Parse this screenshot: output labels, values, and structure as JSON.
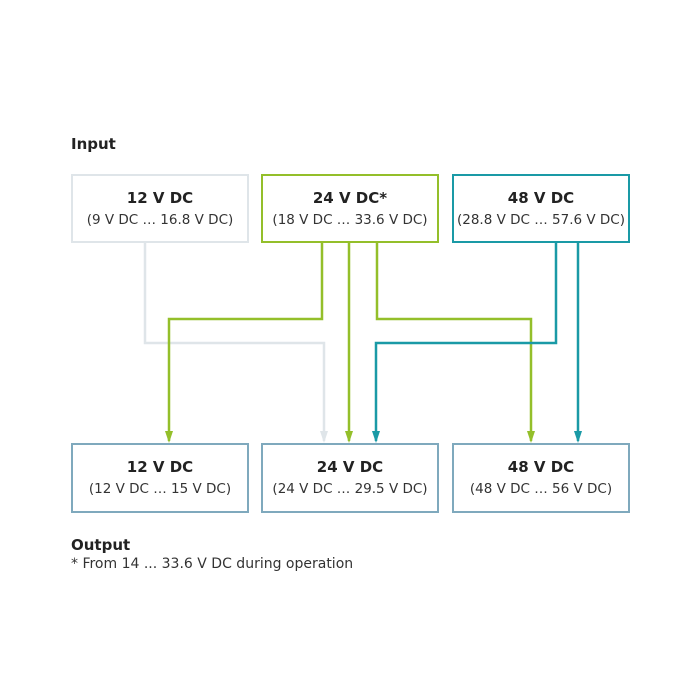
{
  "input_label": "Input",
  "output_label": "Output",
  "footnote": "* From 14 ... 33.6 V DC during operation",
  "colors": {
    "gray": "#dfe5e9",
    "green": "#94bf2a",
    "teal": "#1a9aa6",
    "output_border": "#7fa9bd"
  },
  "inputs": [
    {
      "title": "12 V DC",
      "range": "(9 V DC … 16.8 V DC)"
    },
    {
      "title": "24 V DC*",
      "range": "(18 V DC … 33.6 V DC)"
    },
    {
      "title": "48 V DC",
      "range": "(28.8 V DC … 57.6 V DC)"
    }
  ],
  "outputs": [
    {
      "title": "12 V DC",
      "range": "(12 V DC … 15 V DC)"
    },
    {
      "title": "24 V DC",
      "range": "(24 V DC … 29.5 V DC)"
    },
    {
      "title": "48 V DC",
      "range": "(48 V DC … 56 V DC)"
    }
  ]
}
